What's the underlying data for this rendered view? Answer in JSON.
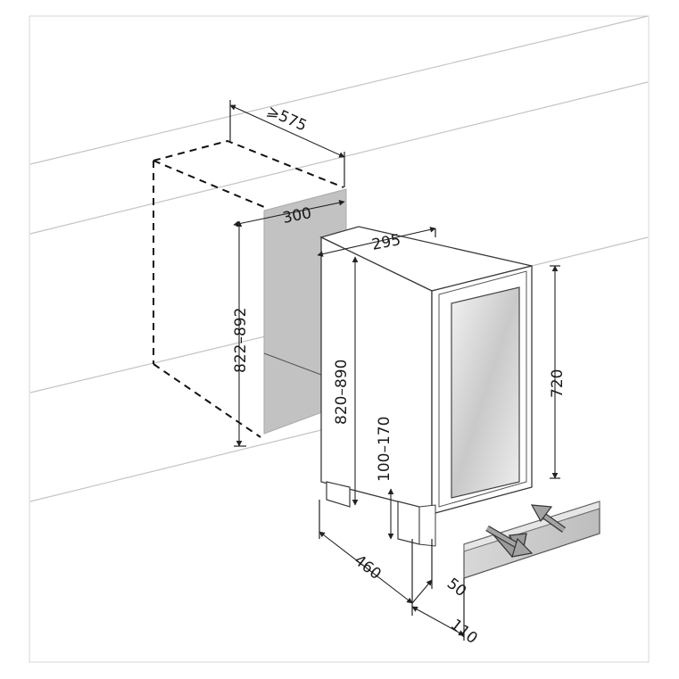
{
  "dimensions": {
    "depth_min": "⩾575",
    "niche_width": "300",
    "unit_width": "295",
    "niche_height": "822–892",
    "unit_height": "820–890",
    "foot_height": "100–170",
    "door_height": "720",
    "unit_depth": "460",
    "door_offset": "50",
    "plinth_offset": "110"
  },
  "icons": [
    "ventilation-arrow-icon"
  ]
}
